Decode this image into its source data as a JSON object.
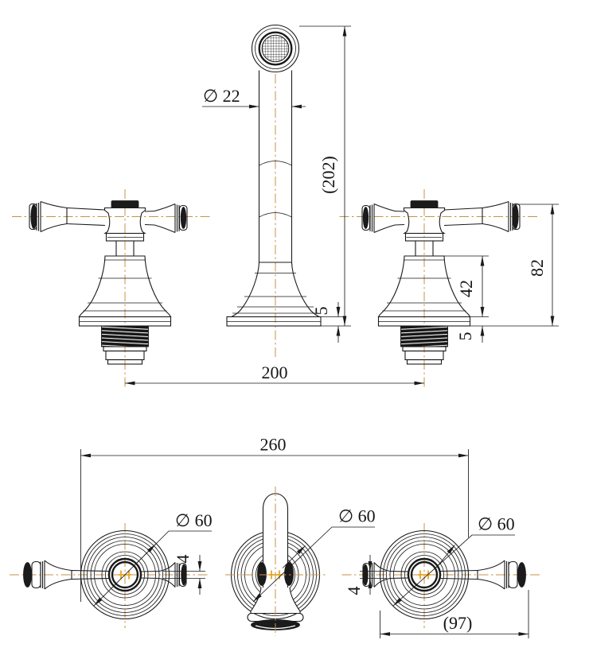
{
  "drawing": {
    "title": "3-hole basin tap set - dimensioned technical drawing",
    "views": {
      "front": "front elevation",
      "plan": "plan view"
    },
    "colors": {
      "line": "#1a1a1a",
      "centerline": "#c49348",
      "center_mark": "#e9a322",
      "background": "#ffffff"
    },
    "dimensions": {
      "spout_tube_diameter": "∅ 22",
      "overall_height_ref": "(202)",
      "spout_flange_thickness": "5",
      "handle_base_height": "42",
      "handle_overall_height": "82",
      "handle_flange_thickness": "5",
      "handle_centres_spacing": "200",
      "overall_width": "260",
      "escutcheon_diameter_left": "∅ 60",
      "escutcheon_diameter_middle": "∅ 60",
      "escutcheon_diameter_right": "∅ 60",
      "lever_neck_width_left": "4",
      "lever_neck_width_right": "4",
      "lever_reach_ref": "(97)"
    }
  }
}
